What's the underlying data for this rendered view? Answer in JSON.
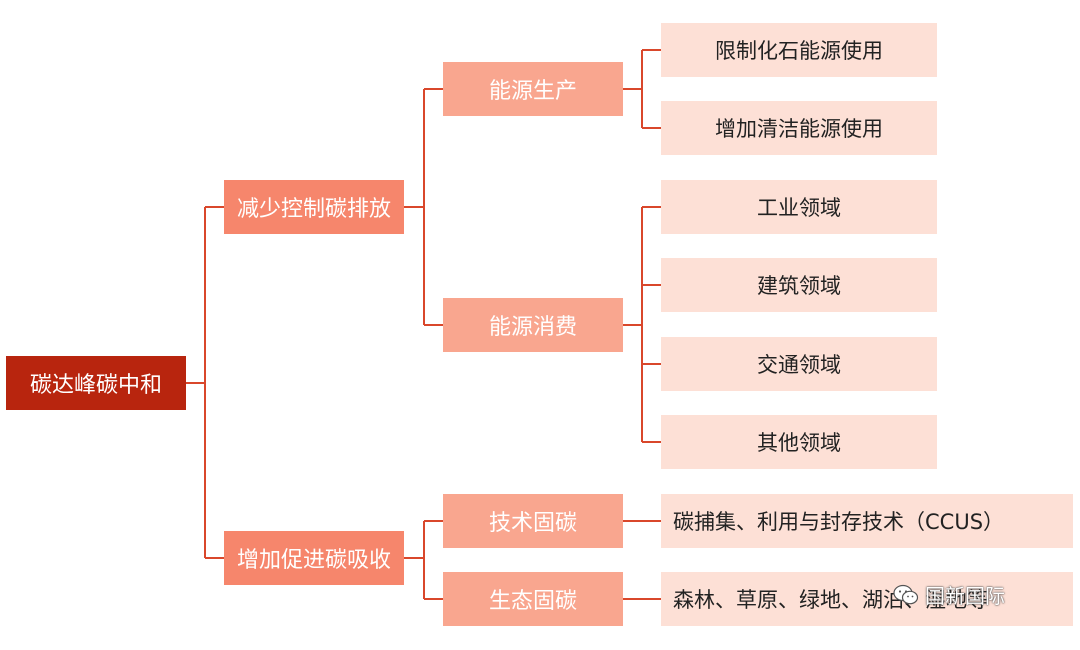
{
  "root": {
    "label": "碳达峰碳中和"
  },
  "branches": [
    {
      "label": "减少控制碳排放",
      "children": [
        {
          "label": "能源生产",
          "children": [
            "限制化石能源使用",
            "增加清洁能源使用"
          ]
        },
        {
          "label": "能源消费",
          "children": [
            "工业领域",
            "建筑领域",
            "交通领域",
            "其他领域"
          ]
        }
      ]
    },
    {
      "label": "增加促进碳吸收",
      "children": [
        {
          "label": "技术固碳",
          "children": [
            "碳捕集、利用与封存技术（CCUS）"
          ]
        },
        {
          "label": "生态固碳",
          "children": [
            "森林、草原、绿地、湖泊、湿地等"
          ]
        }
      ]
    }
  ],
  "watermark": {
    "text": "国新国际",
    "icon": "wechat-icon"
  },
  "colors": {
    "root": "#b8250e",
    "level1": "#f6866c",
    "level2": "#f9a68f",
    "level3": "#fde0d6",
    "connector": "#d9472b"
  }
}
